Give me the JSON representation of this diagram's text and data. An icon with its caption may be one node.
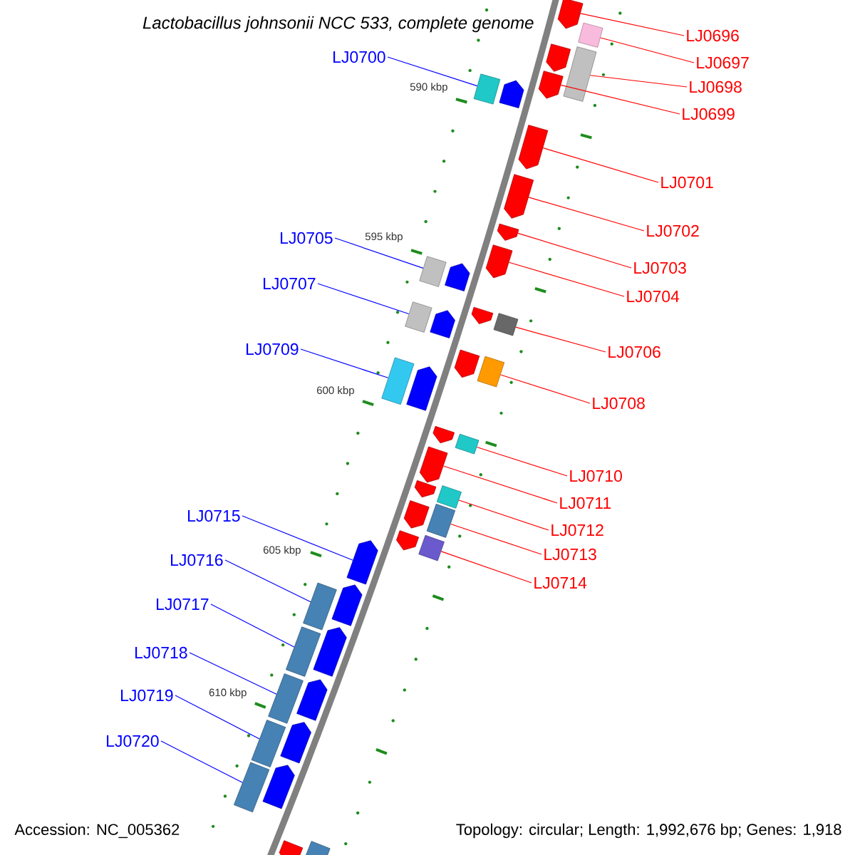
{
  "diagram": {
    "title": "Lactobacillus johnsonii NCC 533, complete genome",
    "nodes": [
      {
        "text": [
          "LJ0696"
        ]
      },
      {
        "text": [
          "LJ0697"
        ]
      },
      {
        "text": [
          "LJ0698"
        ]
      },
      {
        "text": [
          "LJ0699"
        ]
      },
      {
        "text": [
          "LJ0700"
        ]
      },
      {
        "text": [
          "LJ0701"
        ]
      },
      {
        "text": [
          "LJ0702"
        ]
      },
      {
        "text": [
          "LJ0703"
        ]
      },
      {
        "text": [
          "LJ0704"
        ]
      },
      {
        "text": [
          "LJ0705"
        ]
      },
      {
        "text": [
          "LJ0706"
        ]
      },
      {
        "text": [
          "LJ0707"
        ]
      },
      {
        "text": [
          "LJ0708"
        ]
      },
      {
        "text": [
          "LJ0709"
        ]
      },
      {
        "text": [
          "LJ0710"
        ]
      },
      {
        "text": [
          "LJ0711"
        ]
      },
      {
        "text": [
          "LJ0712"
        ]
      },
      {
        "text": [
          "LJ0713"
        ]
      },
      {
        "text": [
          "LJ0714"
        ]
      },
      {
        "text": [
          "LJ0715"
        ]
      },
      {
        "text": [
          "LJ0716"
        ]
      },
      {
        "text": [
          "LJ0717"
        ]
      },
      {
        "text": [
          "LJ0718"
        ]
      },
      {
        "text": [
          "LJ0719"
        ]
      },
      {
        "text": [
          "LJ0720"
        ]
      },
      {
        "text": [],
        "shape": "pentagon"
      },
      {
        "text": [],
        "shape": "box"
      },
      {
        "text": [],
        "shape": "pentagon"
      },
      {
        "text": [],
        "shape": "box"
      },
      {
        "text": [],
        "shape": "pentagon"
      },
      {
        "text": [],
        "shape": "box"
      },
      {
        "text": [],
        "shape": "pentagon"
      },
      {
        "text": [],
        "shape": "pentagon"
      },
      {
        "text": [],
        "shape": "pentagon"
      },
      {
        "text": [],
        "shape": "pentagon"
      },
      {
        "text": [],
        "shape": "pentagon"
      },
      {
        "text": [],
        "shape": "box"
      },
      {
        "text": [],
        "shape": "pentagon"
      },
      {
        "text": [],
        "shape": "pentagon"
      },
      {
        "text": [],
        "shape": "box"
      },
      {
        "text": [],
        "shape": "box"
      },
      {
        "text": [],
        "shape": "pentagon"
      },
      {
        "text": [],
        "shape": "pentagon"
      },
      {
        "text": [],
        "shape": "box"
      },
      {
        "text": [],
        "shape": "box"
      },
      {
        "text": [],
        "shape": "pentagon"
      },
      {
        "text": [],
        "shape": "pentagon"
      },
      {
        "text": [],
        "shape": "box"
      },
      {
        "text": [],
        "shape": "pentagon"
      },
      {
        "text": [],
        "shape": "pentagon"
      },
      {
        "text": [],
        "shape": "box"
      },
      {
        "text": [],
        "shape": "pentagon"
      },
      {
        "text": [],
        "shape": "box"
      },
      {
        "text": [],
        "shape": "pentagon"
      },
      {
        "text": [],
        "shape": "box"
      },
      {
        "text": [],
        "shape": "pentagon"
      },
      {
        "text": [],
        "shape": "box"
      },
      {
        "text": [],
        "shape": "pentagon"
      },
      {
        "text": [],
        "shape": "box"
      },
      {
        "text": [],
        "shape": "pentagon"
      },
      {
        "text": [],
        "shape": "box"
      },
      {
        "text": [],
        "shape": "pentagon"
      },
      {
        "text": [],
        "shape": "box"
      },
      {
        "text": [],
        "shape": "pentagon"
      },
      {
        "text": [],
        "shape": "box"
      },
      {
        "text": [],
        "shape": "pentagon"
      },
      {
        "text": [],
        "shape": "pentagon"
      },
      {
        "text": [],
        "shape": "box"
      }
    ],
    "edges": [
      {
        "from": 0,
        "to": 25,
        "arrow": "none"
      },
      {
        "from": 1,
        "to": 26,
        "arrow": "none"
      },
      {
        "from": 2,
        "to": 28,
        "arrow": "none"
      },
      {
        "from": 3,
        "to": 29,
        "arrow": "none"
      },
      {
        "from": 4,
        "to": 30,
        "arrow": "none",
        "color": "#0000ff"
      },
      {
        "from": 5,
        "to": 32,
        "arrow": "none"
      },
      {
        "from": 6,
        "to": 33,
        "arrow": "none"
      },
      {
        "from": 7,
        "to": 34,
        "arrow": "none"
      },
      {
        "from": 8,
        "to": 35,
        "arrow": "none"
      },
      {
        "from": 9,
        "to": 36,
        "arrow": "none",
        "color": "#0000ff"
      },
      {
        "from": 10,
        "to": 39,
        "arrow": "none"
      },
      {
        "from": 11,
        "to": 40,
        "arrow": "none",
        "color": "#0000ff"
      },
      {
        "from": 12,
        "to": 43,
        "arrow": "none"
      },
      {
        "from": 13,
        "to": 44,
        "arrow": "none",
        "color": "#0000ff"
      },
      {
        "from": 14,
        "to": 47,
        "arrow": "none"
      },
      {
        "from": 15,
        "to": 48,
        "arrow": "none"
      },
      {
        "from": 16,
        "to": 50,
        "arrow": "none"
      },
      {
        "from": 17,
        "to": 52,
        "arrow": "none"
      },
      {
        "from": 18,
        "to": 54,
        "arrow": "none"
      },
      {
        "from": 19,
        "to": 55,
        "arrow": "none",
        "color": "#0000ff"
      },
      {
        "from": 20,
        "to": 56,
        "arrow": "none",
        "color": "#0000ff"
      },
      {
        "from": 21,
        "to": 58,
        "arrow": "none",
        "color": "#0000ff"
      },
      {
        "from": 22,
        "to": 60,
        "arrow": "none",
        "color": "#0000ff"
      },
      {
        "from": 23,
        "to": 62,
        "arrow": "none",
        "color": "#0000ff"
      },
      {
        "from": 24,
        "to": 64,
        "arrow": "none",
        "color": "#0000ff"
      }
    ],
    "labels": [
      "590 kbp",
      "595 kbp",
      "600 kbp",
      "605 kbp",
      "610 kbp",
      "Accession: NC_005362",
      "Topology: circular; Length: 1,992,676 bp; Genes: 1,918"
    ]
  }
}
